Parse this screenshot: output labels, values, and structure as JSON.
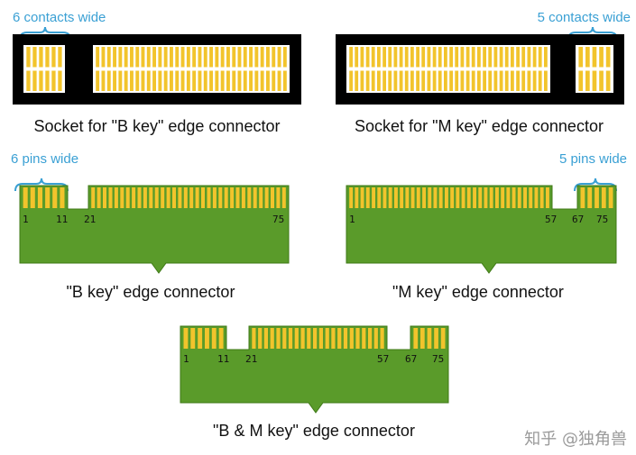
{
  "colors": {
    "socket": "#000000",
    "contact_bg": "#ffffff",
    "contact": "#f2c42c",
    "pcb": "#5a9b2a",
    "pcb_edge": "#3f7a17",
    "brace": "#3aa0d4"
  },
  "socket_b": {
    "note": "6 contacts wide",
    "caption": "Socket for \"B key\" edge connector"
  },
  "socket_m": {
    "note": "5 contacts wide",
    "caption": "Socket for \"M key\" edge connector"
  },
  "connector_b": {
    "note": "6 pins wide",
    "caption": "\"B key\" edge connector",
    "pin_labels": [
      "1",
      "11",
      "21",
      "75"
    ]
  },
  "connector_m": {
    "note": "5 pins wide",
    "caption": "\"M key\" edge connector",
    "pin_labels": [
      "1",
      "57",
      "67",
      "75"
    ]
  },
  "connector_bm": {
    "caption": "\"B & M key\" edge connector",
    "pin_labels": [
      "1",
      "11",
      "21",
      "57",
      "67",
      "75"
    ]
  },
  "watermark": "知乎 @独角兽"
}
